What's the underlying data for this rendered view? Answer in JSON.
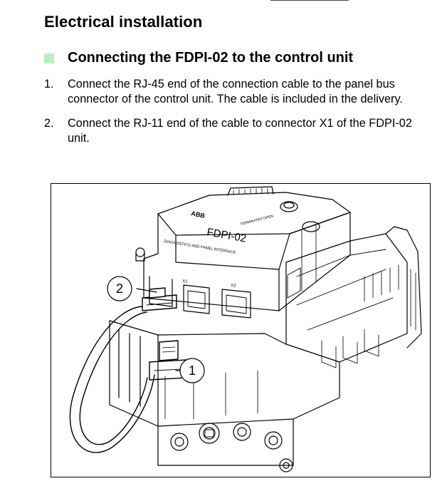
{
  "section_title": "Electrical installation",
  "subsection_title": "Connecting the FDPI-02 to the control unit",
  "steps": [
    {
      "number": "1.",
      "text": "Connect the RJ-45 end of the connection cable to the panel bus connector of the control unit. The cable is included in the delivery."
    },
    {
      "number": "2.",
      "text": "Connect the RJ-11 end of the cable to connector X1 of the FDPI-02 unit."
    }
  ],
  "figure": {
    "callouts": [
      "2",
      "1"
    ],
    "device_labels": {
      "brand": "ABB",
      "model": "FDPI-02",
      "description": "DIAGNOSTICS AND PANEL INTERFACE",
      "ports": [
        "X1",
        "X2"
      ],
      "switch": "TERMINATED  OPEN"
    }
  },
  "colors": {
    "bullet": "#b6f2c0",
    "line": "#000000"
  }
}
